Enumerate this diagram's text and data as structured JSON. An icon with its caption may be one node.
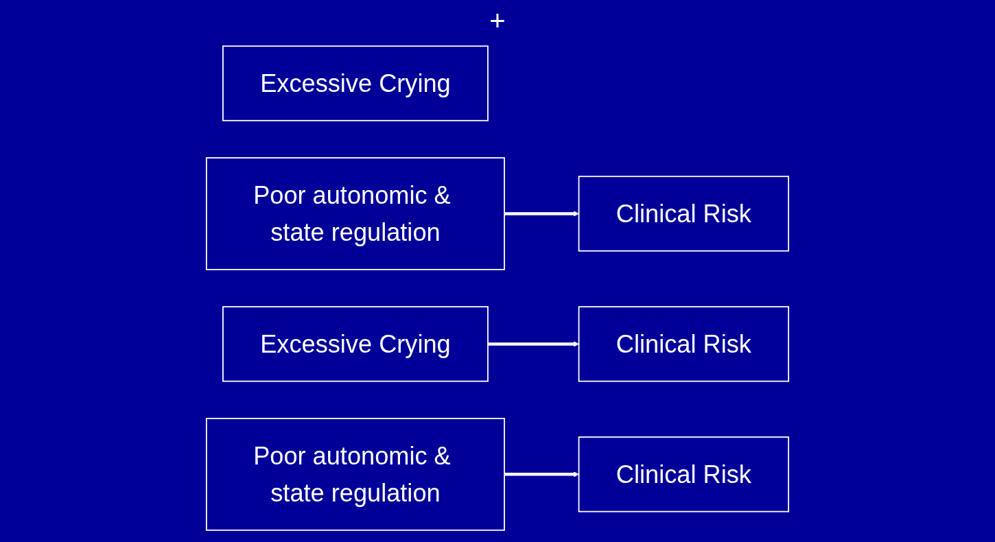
{
  "diagram": {
    "nodes": [
      {
        "text": [
          "Excessive Crying"
        ]
      },
      {
        "text": [
          "Poor autonomic & state regulation"
        ]
      },
      {
        "text": [
          "Clinical Risk"
        ]
      },
      {
        "text": [
          "Excessive Crying"
        ]
      },
      {
        "text": [
          "Clinical Risk"
        ]
      },
      {
        "text": [
          "Poor autonomic & state regulation"
        ]
      },
      {
        "text": [
          "Clinical Risk"
        ]
      }
    ],
    "edges": [
      {
        "from": 1,
        "to": 2,
        "arrow": "to"
      },
      {
        "from": 3,
        "to": 4,
        "arrow": "to"
      },
      {
        "from": 5,
        "to": 6,
        "arrow": "to"
      }
    ],
    "labels": [
      "+"
    ]
  }
}
